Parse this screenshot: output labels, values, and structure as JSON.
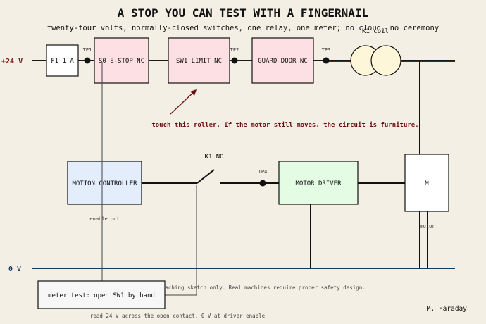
{
  "title": "A STOP YOU CAN TEST WITH A FINGERNAIL",
  "subtitle": "twenty-four volts, normally-closed switches, one relay, one meter; no cloud, no ceremony",
  "rails": {
    "positive": "+24 V",
    "negative": "0 V"
  },
  "test_points": {
    "tp1": "TP1",
    "tp2": "TP2",
    "tp3": "TP3",
    "tp4": "TP4"
  },
  "blocks": {
    "fuse": "F1 1 A",
    "estop": "S0 E-STOP NC",
    "limit": "SW1 LIMIT NC",
    "guard": "GUARD DOOR NC",
    "coil": "K1 coil",
    "controller": "MOTION CONTROLLER",
    "controller_note": "enable out",
    "contact": "K1 NO",
    "driver": "MOTOR DRIVER",
    "motor": "M",
    "motor_note": "motor"
  },
  "annotation": "touch this roller. If the motor still moves, the circuit is furniture.",
  "meter": {
    "label": "meter test: open SW1 by hand",
    "note": "read 24 V across the open contact, 0 V at driver enable"
  },
  "bench_note": "Bench note: teaching sketch only. Real machines require proper safety design.",
  "signature": "M. Faraday",
  "colors": {
    "positive_rail": "#7a1010",
    "negative_rail": "#123a6a",
    "switch_fill": "#fde0e3",
    "controller_fill": "#e3edfb",
    "driver_fill": "#e4fbe4",
    "coil_fill": "#fdf6d8"
  }
}
